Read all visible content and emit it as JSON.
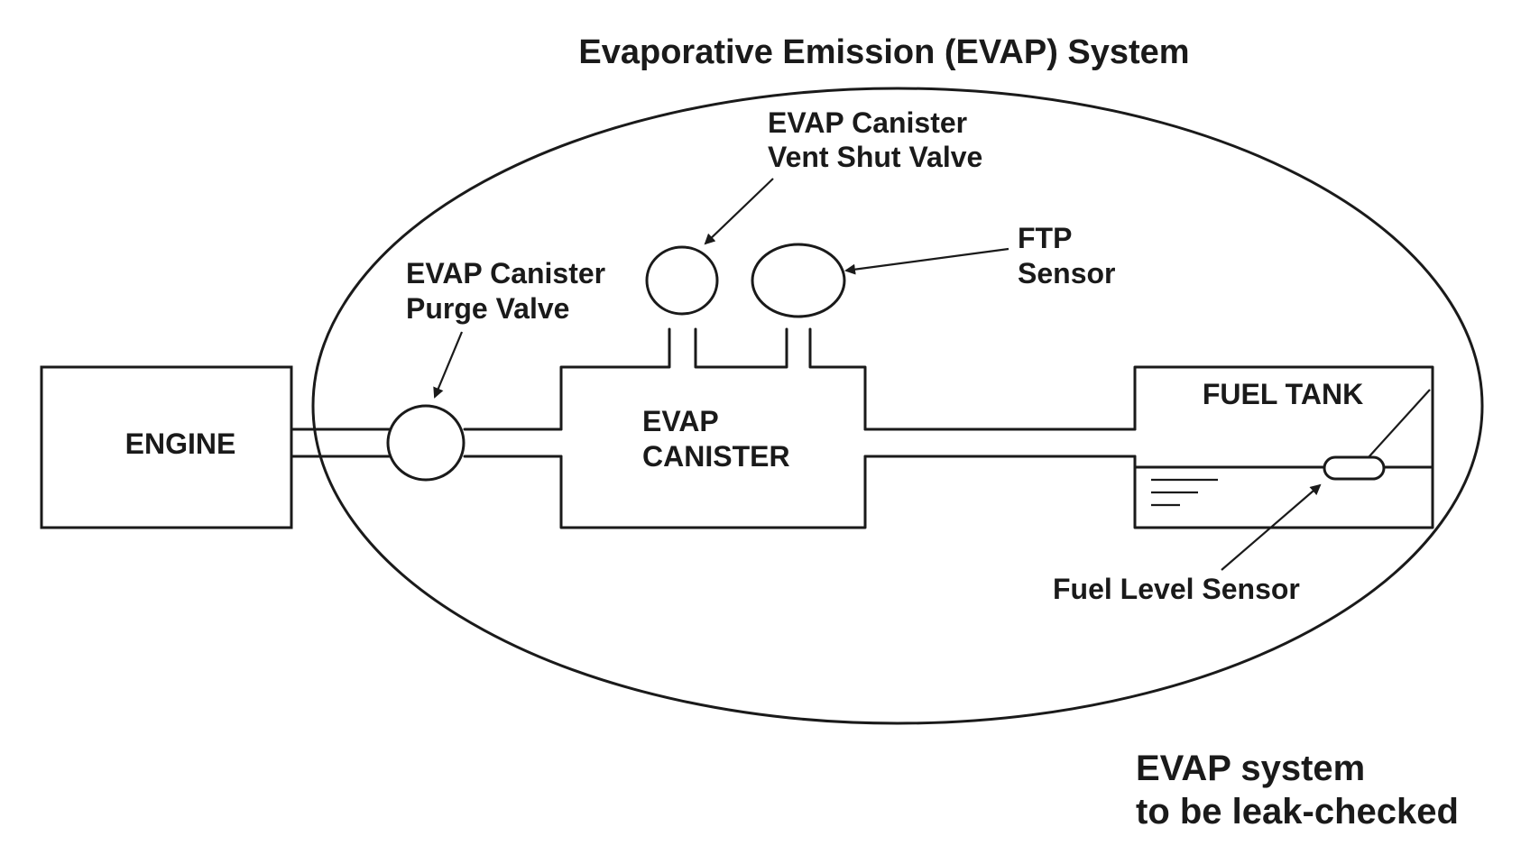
{
  "title": "Evaporative Emission (EVAP) System",
  "components": {
    "engine": "ENGINE",
    "purge_valve": [
      "EVAP Canister",
      "Purge Valve"
    ],
    "vent_shut_valve": [
      "EVAP Canister",
      "Vent Shut Valve"
    ],
    "ftp_sensor": [
      "FTP",
      "Sensor"
    ],
    "canister": [
      "EVAP",
      "CANISTER"
    ],
    "fuel_tank": "FUEL TANK",
    "fuel_level_sensor": "Fuel Level Sensor"
  },
  "boundary_note": [
    "EVAP system",
    "to be leak-checked"
  ]
}
